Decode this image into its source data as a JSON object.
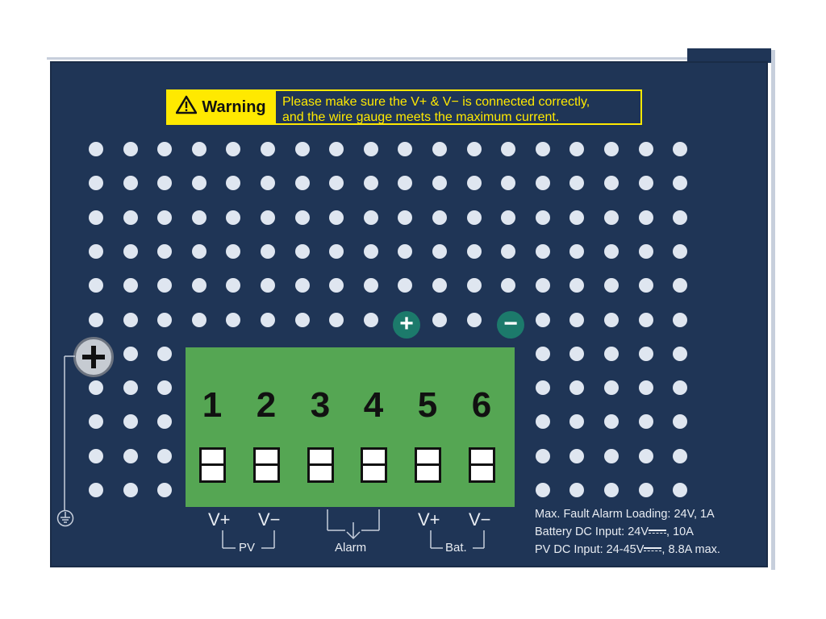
{
  "warning": {
    "label": "Warning",
    "line1": "Please make sure the V+ & V− is connected correctly,",
    "line2": "and the wire gauge meets the maximum current."
  },
  "polarity": {
    "plus": "+",
    "minus": "−"
  },
  "terminals": [
    "1",
    "2",
    "3",
    "4",
    "5",
    "6"
  ],
  "labels": {
    "pv_plus": "V+",
    "pv_minus": "V−",
    "pv": "PV",
    "alarm": "Alarm",
    "bat_plus": "V+",
    "bat_minus": "V−",
    "bat": "Bat."
  },
  "specs": {
    "line1": "Max. Fault Alarm Loading: 24V, 1A",
    "line2_pre": "Battery DC Input: 24V",
    "line2_post": ", 10A",
    "line3_pre": "PV DC Input: 24-45V",
    "line3_post": ", 8.8A max."
  },
  "icons": {
    "warning": "warning-triangle-icon",
    "ground": "ground-icon",
    "screw": "ground-screw-icon"
  },
  "colors": {
    "panel": "#1f3556",
    "warning": "#ffe900",
    "terminal": "#55a653",
    "polarity": "#1c7a6b"
  }
}
